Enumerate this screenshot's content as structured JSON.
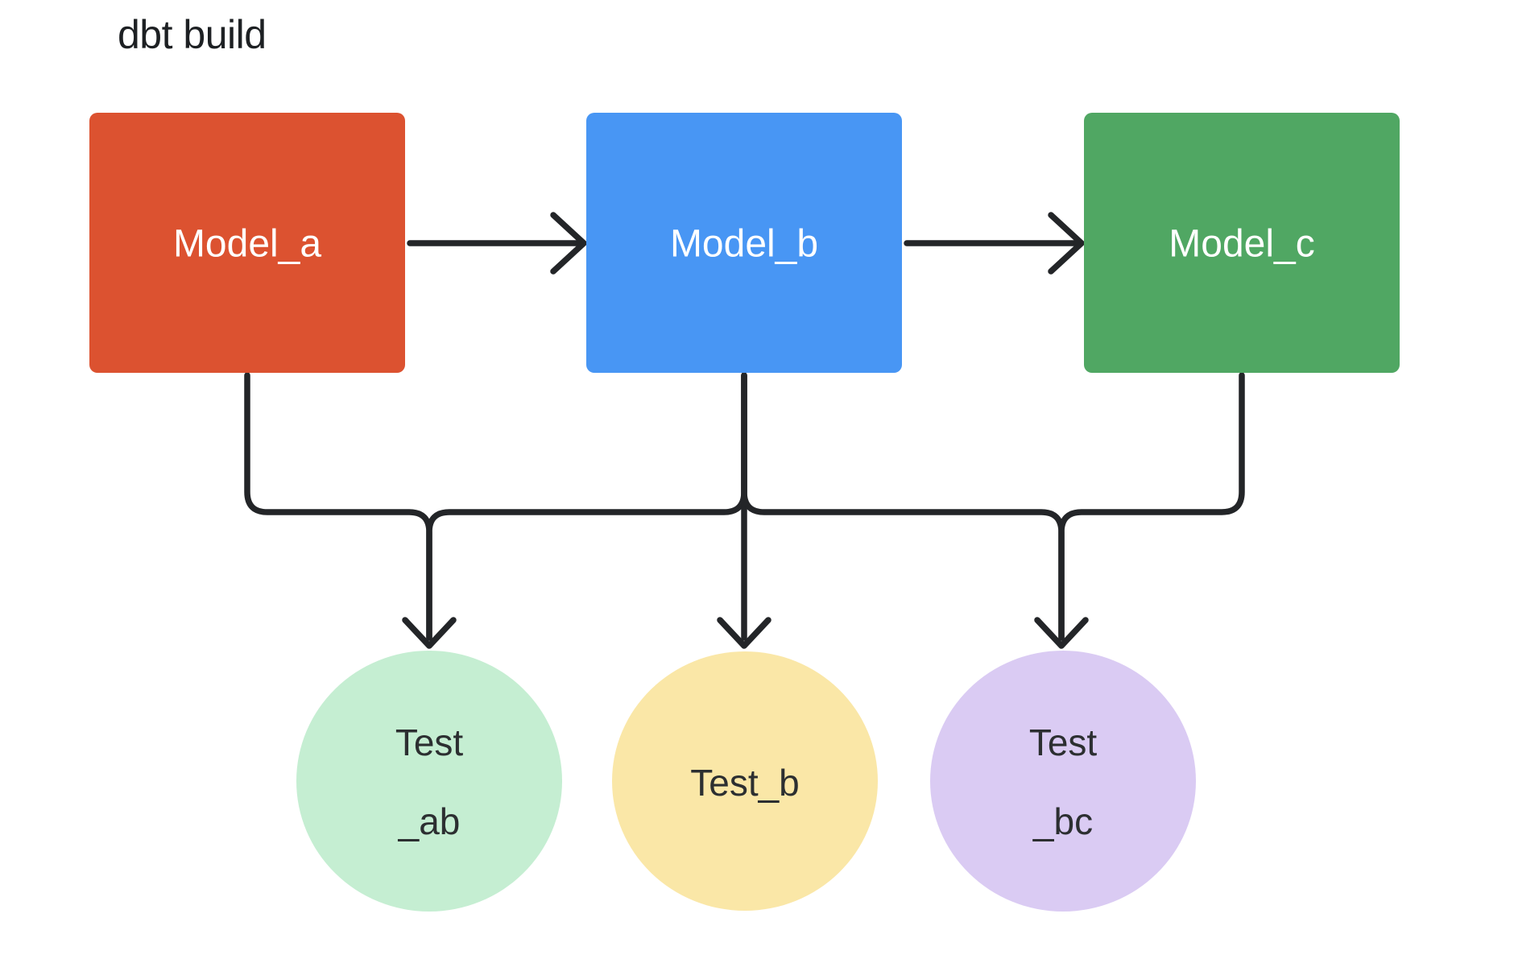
{
  "title": "dbt build",
  "colors": {
    "background": "#ffffff",
    "line": "#232528",
    "title_text": "#1d2023",
    "model_label_text": "#ffffff",
    "test_label_text": "#2c2f31",
    "model_a": "#DC5230",
    "model_b": "#4896F4",
    "model_c": "#50A763",
    "test_ab": "#C5EED2",
    "test_b": "#FAE7A7",
    "test_bc": "#DACBF3"
  },
  "models": [
    {
      "id": "model_a",
      "label": "Model_a",
      "color": "#DC5230"
    },
    {
      "id": "model_b",
      "label": "Model_b",
      "color": "#4896F4"
    },
    {
      "id": "model_c",
      "label": "Model_c",
      "color": "#50A763"
    }
  ],
  "tests": [
    {
      "id": "test_ab",
      "lines": [
        "Test",
        "_ab"
      ],
      "color": "#C5EED2"
    },
    {
      "id": "test_b",
      "lines": [
        "Test_b"
      ],
      "color": "#FAE7A7"
    },
    {
      "id": "test_bc",
      "lines": [
        "Test",
        "_bc"
      ],
      "color": "#DACBF3"
    }
  ],
  "edges": [
    {
      "from": "Model_a",
      "to": "Model_b"
    },
    {
      "from": "Model_b",
      "to": "Model_c"
    },
    {
      "from": "Model_a",
      "to": "Test_ab"
    },
    {
      "from": "Model_b",
      "to": "Test_ab"
    },
    {
      "from": "Model_b",
      "to": "Test_b"
    },
    {
      "from": "Model_b",
      "to": "Test_bc"
    },
    {
      "from": "Model_c",
      "to": "Test_bc"
    }
  ]
}
